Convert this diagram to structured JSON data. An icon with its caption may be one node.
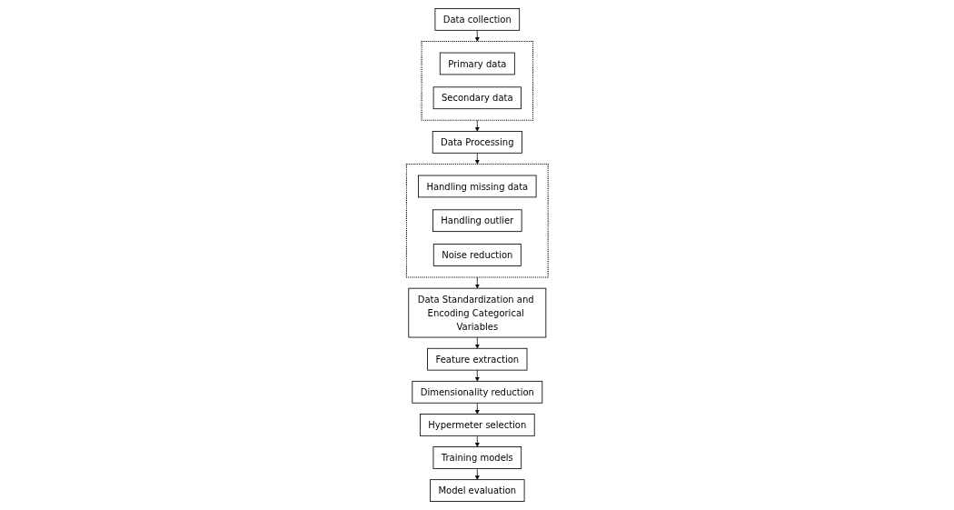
{
  "diagram": {
    "nodes": [
      {
        "text": [
          "Data collection"
        ]
      },
      {
        "text": [],
        "shape": "box"
      },
      {
        "text": [
          "Primary data"
        ],
        "in": 1
      },
      {
        "text": [
          "Secondary data"
        ],
        "in": 1
      },
      {
        "text": [
          "Data Processing"
        ]
      },
      {
        "text": [],
        "shape": "box"
      },
      {
        "text": [
          "Handling missing data"
        ],
        "in": 5
      },
      {
        "text": [
          "Handling outlier"
        ],
        "in": 5
      },
      {
        "text": [
          "Noise reduction"
        ],
        "in": 5
      },
      {
        "text": [
          "Data Standardization and Encoding Categorical Variables"
        ]
      },
      {
        "text": [
          "Feature extraction"
        ]
      },
      {
        "text": [
          "Dimensionality reduction"
        ]
      },
      {
        "text": [
          "Hypermeter selection"
        ]
      },
      {
        "text": [
          "Training models"
        ]
      },
      {
        "text": [
          "Model evaluation"
        ]
      }
    ],
    "edges": [
      {
        "from": 0,
        "to": 1,
        "arrow": "to"
      },
      {
        "from": 1,
        "to": 4,
        "arrow": "to"
      },
      {
        "from": 4,
        "to": 5,
        "arrow": "to"
      },
      {
        "from": 5,
        "to": 9,
        "arrow": "to"
      },
      {
        "from": 9,
        "to": 10,
        "arrow": "to"
      },
      {
        "from": 10,
        "to": 11,
        "arrow": "to"
      },
      {
        "from": 11,
        "to": 12,
        "arrow": "to"
      },
      {
        "from": 12,
        "to": 13,
        "arrow": "to"
      },
      {
        "from": 13,
        "to": 14,
        "arrow": "to"
      }
    ]
  }
}
